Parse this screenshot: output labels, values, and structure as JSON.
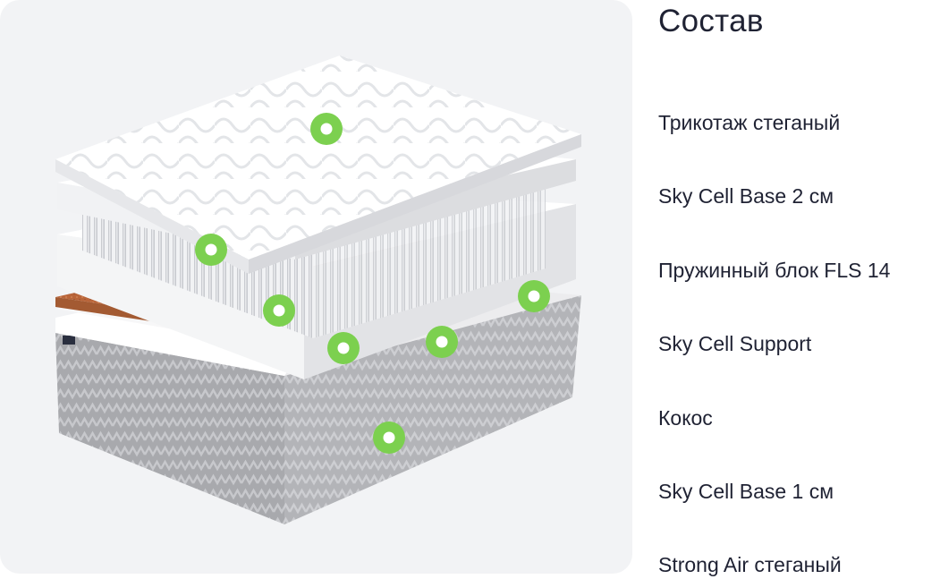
{
  "title": "Состав",
  "layers": [
    {
      "label": "Трикотаж стеганый"
    },
    {
      "label": "Sky Cell Base 2 см"
    },
    {
      "label": "Пружинный блок FLS 14"
    },
    {
      "label": "Sky Cell Support"
    },
    {
      "label": "Кокос"
    },
    {
      "label": "Sky Cell Base 1 см"
    },
    {
      "label": "Strong Air стеганый"
    }
  ],
  "colors": {
    "panel": "#f2f3f5",
    "hotspot": "#7cd04f",
    "coconut": "#b9653a",
    "text": "#1f2233"
  }
}
